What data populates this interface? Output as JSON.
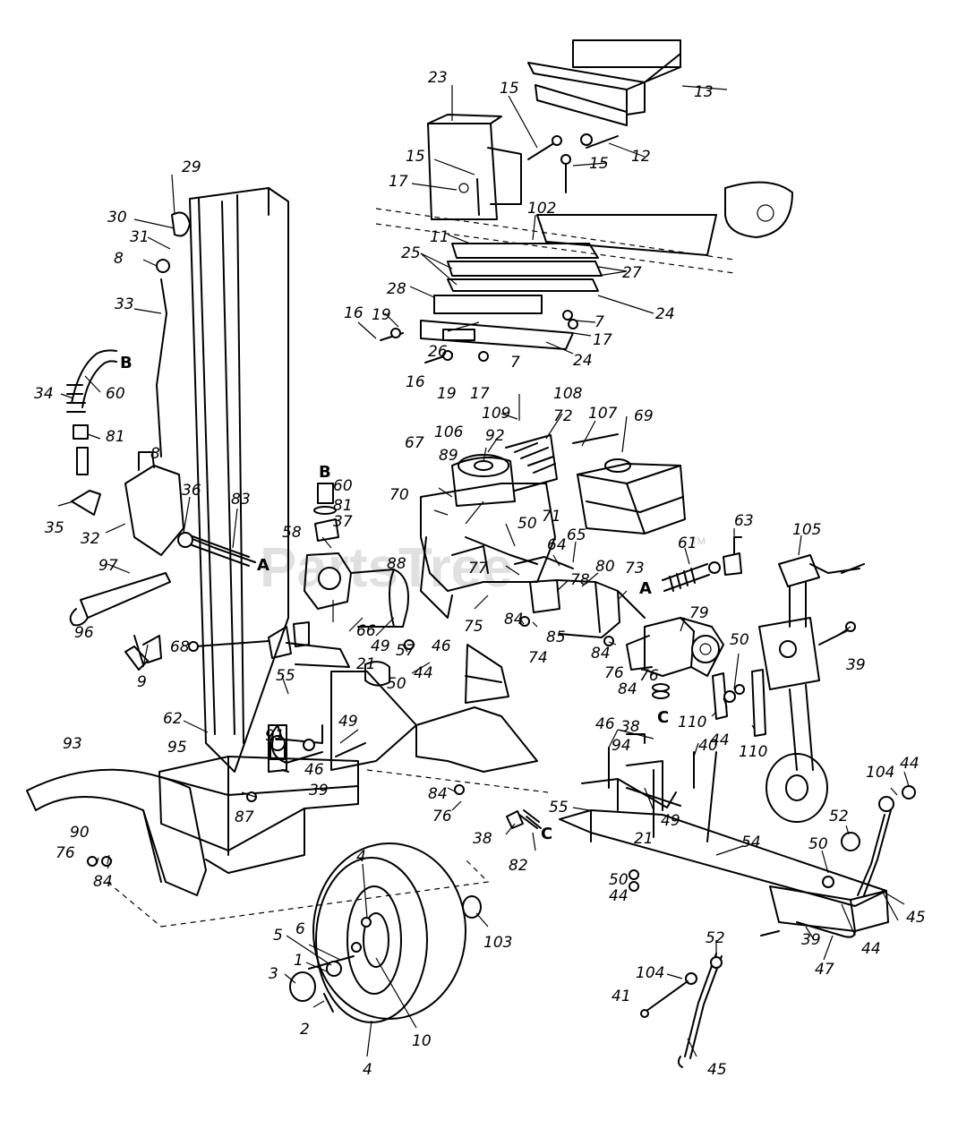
{
  "watermark": {
    "text": "PartsTree",
    "trademark": "TM"
  },
  "callouts": {
    "c13": "13",
    "c23": "23",
    "c15a": "15",
    "c12": "12",
    "c15b": "15",
    "c15c": "15",
    "c17a": "17",
    "c102": "102",
    "c11": "11",
    "c25": "25",
    "c27": "27",
    "c28": "28",
    "c24a": "24",
    "c19a": "19",
    "c16a": "16",
    "c7a": "7",
    "c17b": "17",
    "c26": "26",
    "c24b": "24",
    "c7b": "7",
    "c16b": "16",
    "c19b": "19",
    "c17c": "17",
    "c29": "29",
    "c30": "30",
    "c31": "31",
    "c8a": "8",
    "c33": "33",
    "c34": "34",
    "c60a": "60",
    "c81a": "81",
    "c8b": "8",
    "c35": "35",
    "c32": "32",
    "c36": "36",
    "c83": "83",
    "c97": "97",
    "c96": "96",
    "c9": "9",
    "c60b": "60",
    "c81b": "81",
    "c37": "37",
    "c58": "58",
    "c66": "66",
    "c57": "57",
    "c68": "68",
    "c49a": "49",
    "c46a": "46",
    "c21a": "21",
    "c50a": "50",
    "c44a": "44",
    "c55a": "55",
    "c91": "91",
    "c49b": "49",
    "c62": "62",
    "c95": "95",
    "c93": "93",
    "c46b": "46",
    "c39a": "39",
    "c87": "87",
    "c84a": "84",
    "c76a": "76",
    "c90": "90",
    "c76b": "76",
    "c84b": "84",
    "c108": "108",
    "c109": "109",
    "c72": "72",
    "c107": "107",
    "c106": "106",
    "c92": "92",
    "c89": "89",
    "c67": "67",
    "c69": "69",
    "c70": "70",
    "c50b": "50",
    "c71": "71",
    "c64": "64",
    "c65": "65",
    "c63": "63",
    "c61": "61",
    "c105": "105",
    "c88": "88",
    "c77": "77",
    "c78": "78",
    "c80": "80",
    "c73": "73",
    "c75": "75",
    "c84c": "84",
    "c74": "74",
    "c85": "85",
    "c84d": "84",
    "c76c": "76",
    "c84e": "84",
    "c76d": "76",
    "c79": "79",
    "c39b": "39",
    "c50c": "50",
    "c44b": "44",
    "c110a": "110",
    "c110b": "110",
    "c38a": "38",
    "c40": "40",
    "c46c": "46",
    "c94": "94",
    "c55b": "55",
    "c49c": "49",
    "c21b": "21",
    "c38b": "38",
    "c82": "82",
    "c54": "54",
    "c104a": "104",
    "c44c": "44",
    "c52a": "52",
    "c50d": "50",
    "c45a": "45",
    "c44d": "44",
    "c50e": "50",
    "c44e": "44",
    "c52b": "52",
    "c39c": "39",
    "c47": "47",
    "c104b": "104",
    "c41": "41",
    "c45b": "45",
    "c4a": "4",
    "c5": "5",
    "c6": "6",
    "c1": "1",
    "c3": "3",
    "c2": "2",
    "c10": "10",
    "c4b": "4",
    "c103": "103"
  },
  "connector_letters": {
    "b1": "B",
    "b2": "B",
    "a1": "A",
    "a2": "A",
    "c1": "C",
    "c2": "C"
  }
}
